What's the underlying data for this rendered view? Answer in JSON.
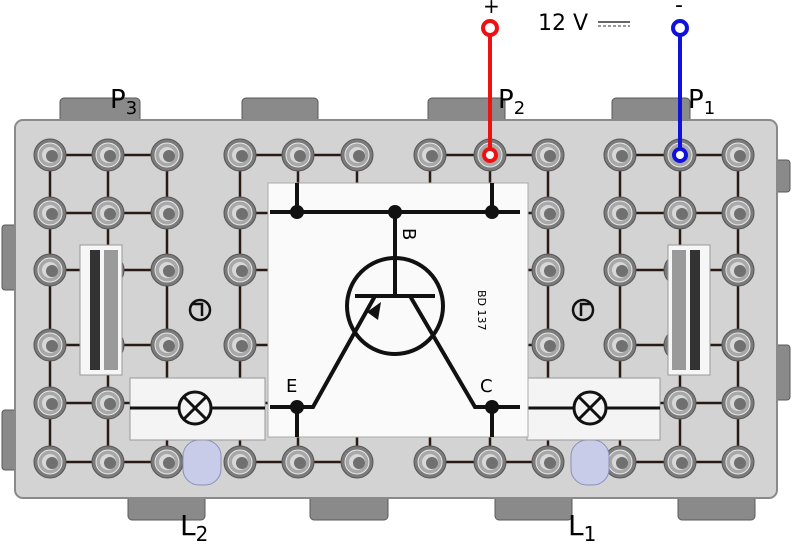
{
  "supply": {
    "plus": "+",
    "minus": "-",
    "voltage": "12 V"
  },
  "ports": {
    "p3": "P",
    "p3_sub": "3",
    "p2": "P",
    "p2_sub": "2",
    "p1": "P",
    "p1_sub": "1"
  },
  "lamps": {
    "l2": "L",
    "l2_sub": "2",
    "l1": "L",
    "l1_sub": "1"
  },
  "transistor": {
    "base": "B",
    "emitter": "E",
    "collector": "C",
    "model": "BD 137"
  },
  "colors": {
    "positive_wire": "#ee1111",
    "negative_wire": "#1111dd",
    "board": "#d3d3d3"
  }
}
